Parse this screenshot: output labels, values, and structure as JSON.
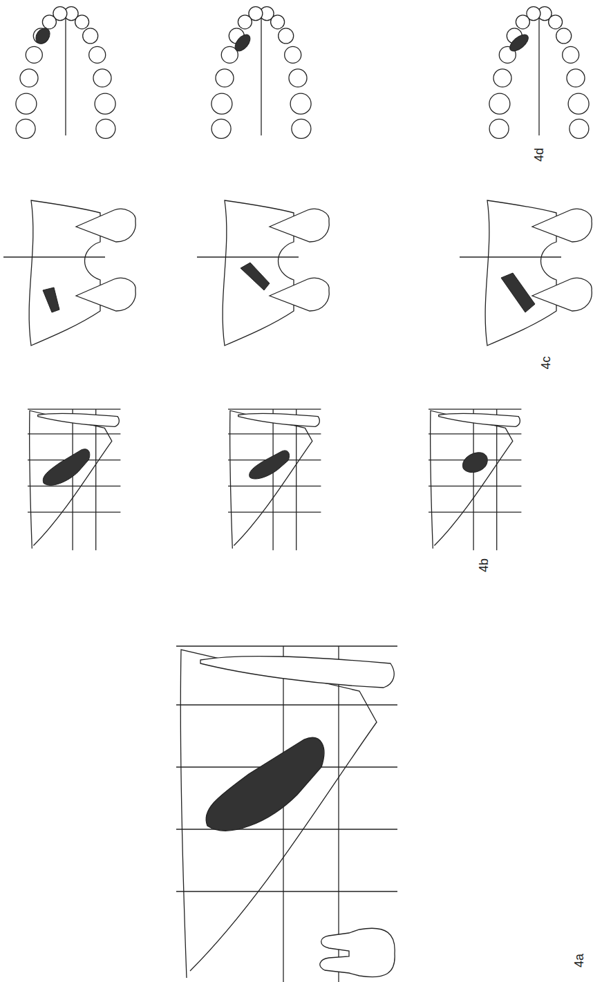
{
  "diagram": {
    "labels": [
      "4a",
      "4b",
      "4c",
      "4d"
    ]
  }
}
